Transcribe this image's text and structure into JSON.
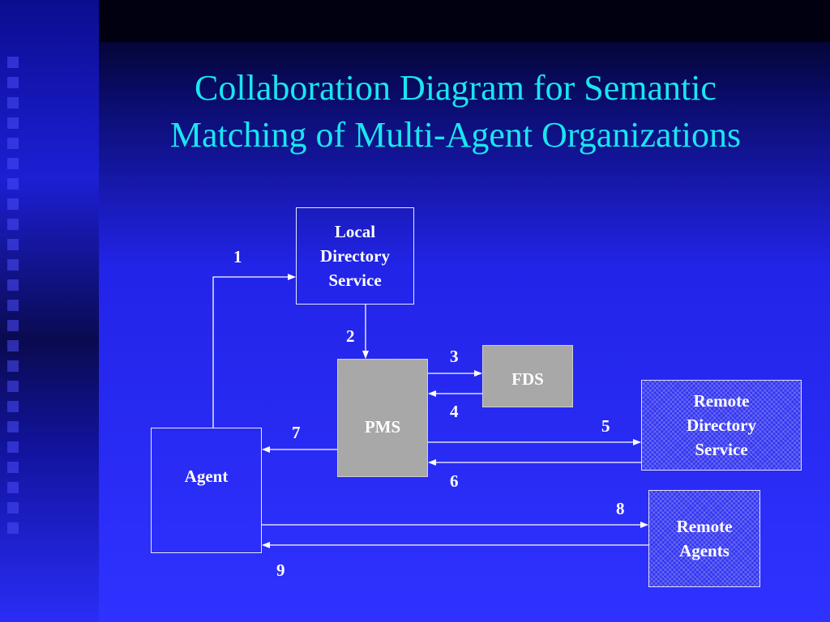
{
  "title": {
    "line1": "Collaboration Diagram for Semantic",
    "line2": "Matching of Multi-Agent Organizations"
  },
  "nodes": {
    "local_directory_service": [
      "Local",
      "Directory",
      "Service"
    ],
    "pms": "PMS",
    "fds": "FDS",
    "remote_directory_service": [
      "Remote",
      "Directory",
      "Service"
    ],
    "agent": "Agent",
    "remote_agents": [
      "Remote",
      "Agents"
    ]
  },
  "steps": [
    "1",
    "2",
    "3",
    "4",
    "5",
    "6",
    "7",
    "8",
    "9"
  ],
  "colors": {
    "title": "#19e6f0",
    "background": "#2f32ff",
    "grey_box": "#a8a8a8",
    "text": "#ffffff"
  }
}
